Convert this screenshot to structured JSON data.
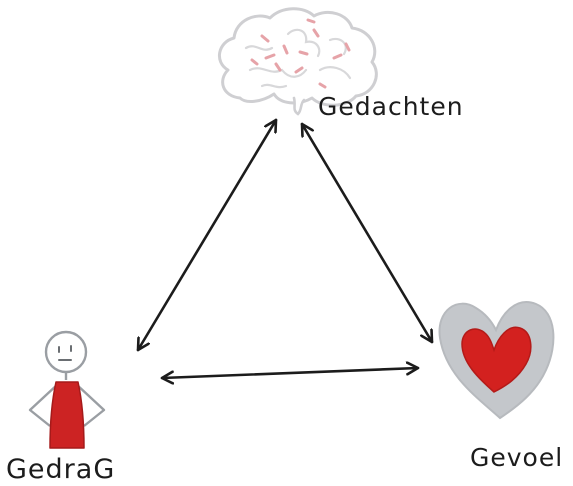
{
  "diagram": {
    "nodes": {
      "thoughts": {
        "label": "Gedachten",
        "icon": "brain-icon"
      },
      "feeling": {
        "label": "Gevoel",
        "icon": "heart-icon"
      },
      "behavior": {
        "label": "GedraG",
        "icon": "person-icon"
      }
    },
    "edges": [
      {
        "from": "thoughts",
        "to": "behavior",
        "direction": "both"
      },
      {
        "from": "thoughts",
        "to": "feeling",
        "direction": "both"
      },
      {
        "from": "behavior",
        "to": "feeling",
        "direction": "both"
      }
    ],
    "colors": {
      "stroke": "#1c1c1c",
      "heart_fill": "#d3211f",
      "heart_halo": "#c4c7cb",
      "brain_outline": "#cfcfd2",
      "brain_accent": "#e6a3a8",
      "person_coat": "#cc2323"
    }
  }
}
